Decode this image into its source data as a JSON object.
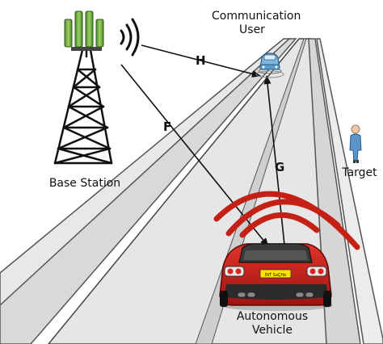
{
  "labels": {
    "communication_user_line1": "Communication",
    "communication_user_line2": "User",
    "base_station": "Base Station",
    "target": "Target",
    "autonomous_vehicle_line1": "Autonomous",
    "autonomous_vehicle_line2": "Vehicle",
    "link_h": "H",
    "link_f": "F",
    "link_g": "G",
    "license_plate": "ÍNT SaÇHe"
  },
  "colors": {
    "road": "#e4e4e4",
    "road_edge": "#9c9c9c",
    "car_body": "#c8211b",
    "radar_wave": "#c42015",
    "tower_antenna": "#6fae3c",
    "user_car": "#7fb7df",
    "person": "#5a94c9"
  },
  "icons": {
    "base_station": "cell-tower-icon",
    "signal": "wireless-signal-icon",
    "communication_user": "car-icon",
    "target": "person-icon",
    "vehicle": "car-rear-icon",
    "radar": "radar-wave-icon"
  }
}
